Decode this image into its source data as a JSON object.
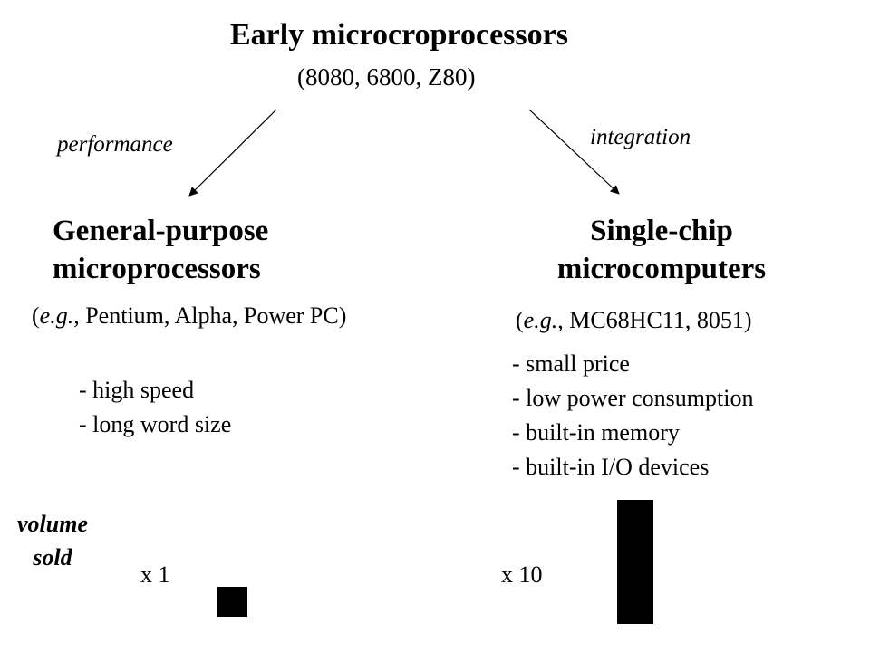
{
  "title": "Early microcroprocessors",
  "subtitle": "(8080, 6800, Z80)",
  "left_branch": {
    "arrow_label": "performance",
    "heading_line1": "General-purpose",
    "heading_line2": "microprocessors",
    "examples_prefix": "e.g.,",
    "examples_text": " Pentium, Alpha, Power PC",
    "features": [
      "- high speed",
      "- long word size"
    ],
    "volume_multiplier": "x 1",
    "volume_value": 1
  },
  "right_branch": {
    "arrow_label": "integration",
    "heading_line1": "Single-chip",
    "heading_line2": "microcomputers",
    "examples_prefix": "e.g.",
    "examples_text": ", MC68HC11, 8051",
    "features": [
      "- small price",
      "- low power consumption",
      "- built-in memory",
      "- built-in I/O devices"
    ],
    "volume_multiplier": "x 10",
    "volume_value": 10
  },
  "volume_label_line1": "volume",
  "volume_label_line2": "sold",
  "colors": {
    "text": "#000000",
    "bar": "#000000",
    "background": "#ffffff"
  }
}
